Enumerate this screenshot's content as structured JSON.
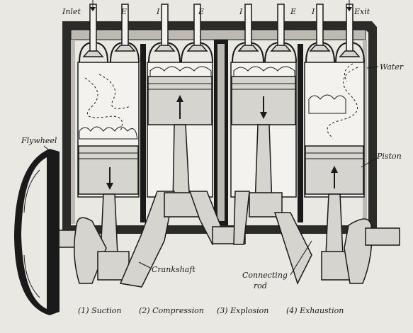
{
  "labels": {
    "inlet": "Inlet",
    "exit": "Exit",
    "water": "Water",
    "flywheel": "Flywheel",
    "piston": "Piston",
    "crankshaft": "Crankshaft",
    "connecting_rod_line1": "Connecting",
    "connecting_rod_line2": "rod"
  },
  "valve_letters": [
    "E",
    "I",
    "E",
    "I",
    "E",
    "I"
  ],
  "captions": [
    "(1) Suction",
    "(2) Compression",
    "(3) Explosion",
    "(4) Exhaustion"
  ],
  "colors": {
    "ink": "#1a1a1a",
    "paper": "#e9e8e3"
  },
  "cylinders": [
    {
      "stroke": "suction",
      "piston_direction": "down",
      "gas": "intake-swirl"
    },
    {
      "stroke": "compression",
      "piston_direction": "up",
      "gas": "compressed"
    },
    {
      "stroke": "explosion",
      "piston_direction": "down",
      "gas": "burning"
    },
    {
      "stroke": "exhaustion",
      "piston_direction": "up",
      "gas": "exhaust-swirl"
    }
  ]
}
